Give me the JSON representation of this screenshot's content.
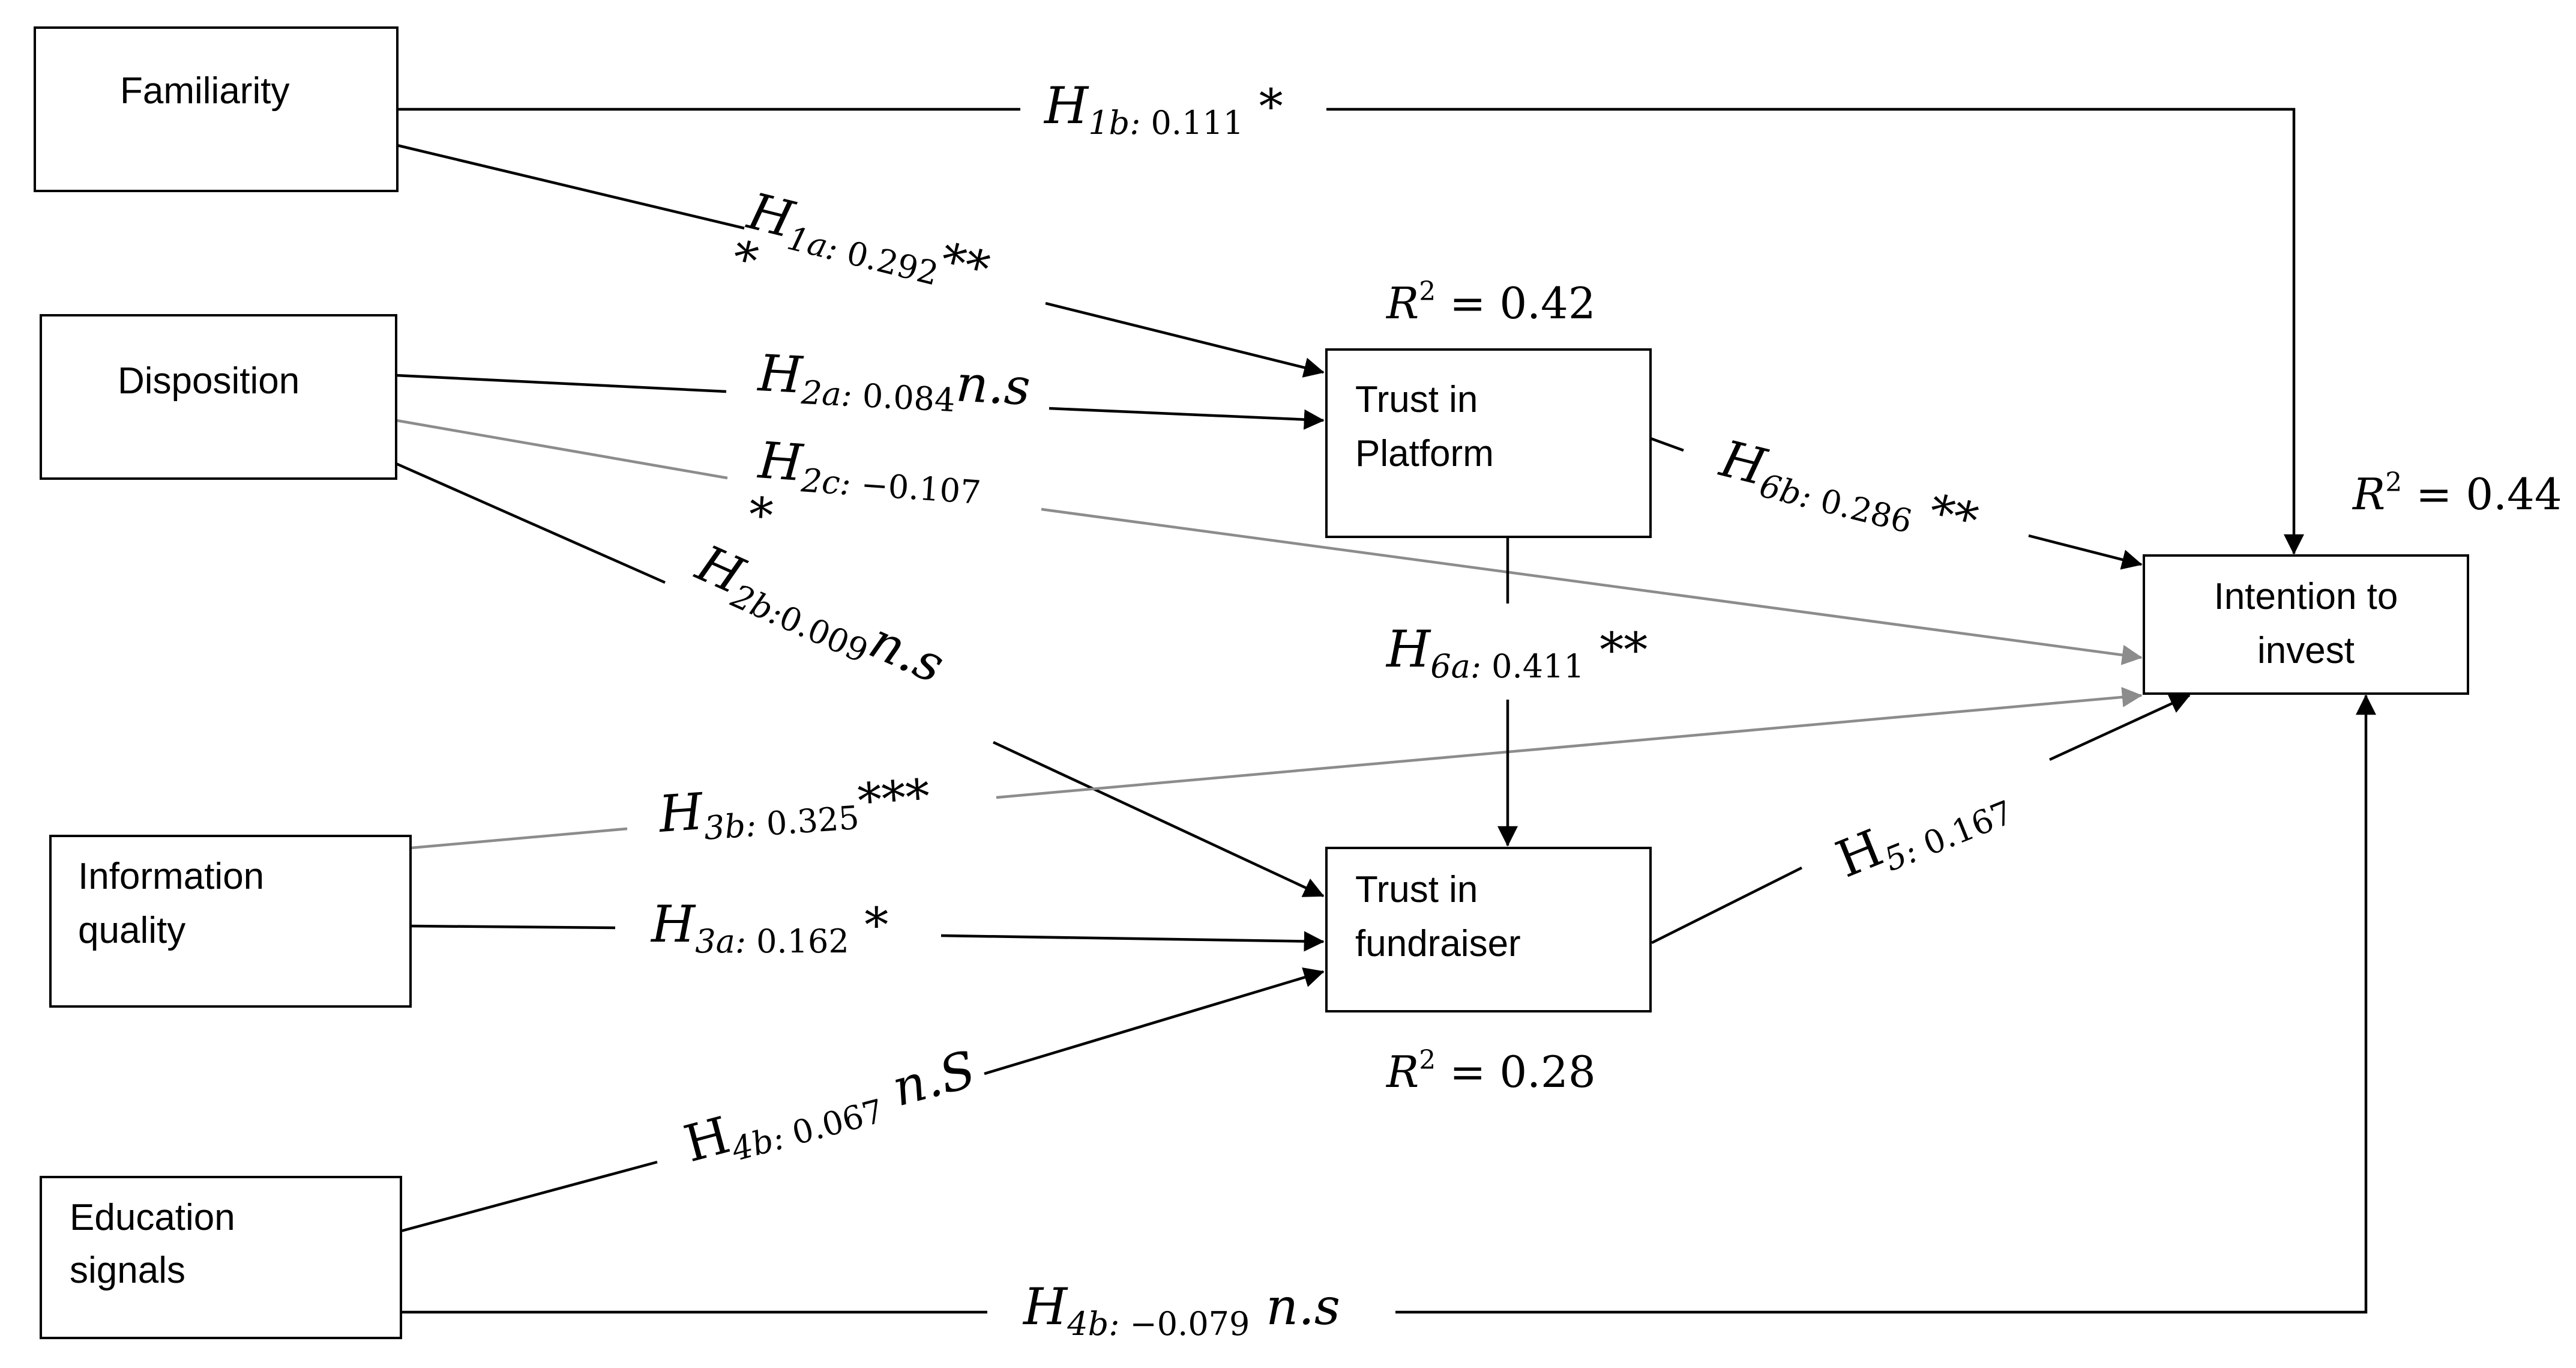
{
  "nodes": {
    "familiarity": {
      "lines": [
        "Familiarity"
      ]
    },
    "disposition": {
      "lines": [
        "Disposition"
      ]
    },
    "information_quality": {
      "lines": [
        "Information",
        "quality"
      ]
    },
    "education_signals": {
      "lines": [
        "Education",
        "signals"
      ]
    },
    "trust_platform": {
      "lines": [
        "Trust in",
        "Platform"
      ]
    },
    "trust_fundraiser": {
      "lines": [
        "Trust in",
        "fundraiser"
      ]
    },
    "intention": {
      "lines": [
        "Intention to",
        "invest"
      ]
    }
  },
  "r_squared": {
    "trust_platform": {
      "label": "R",
      "sup": "2",
      "value": " = 0.42"
    },
    "trust_fundraiser": {
      "label": "R",
      "sup": "2",
      "value": " = 0.28"
    },
    "intention": {
      "label": "R",
      "sup": "2",
      "value": " = 0.44"
    }
  },
  "paths": {
    "h1a": {
      "main": "H",
      "sub_id": "1a:",
      "sub_val": " 0.292",
      "tail": "**",
      "extra": "*"
    },
    "h1b": {
      "main": "H",
      "sub_id": "1b:",
      "sub_val": " 0.111",
      "tail": " *"
    },
    "h2a": {
      "main": "H",
      "sub_id": "2a:",
      "sub_val": " 0.084",
      "tail": "n.s"
    },
    "h2c": {
      "main": "H",
      "sub_id": "2c:",
      "sub_val": " −0.107",
      "tail": "",
      "extra": "*"
    },
    "h2b": {
      "main": "H",
      "sub_id": "2b:",
      "sub_val": "0.009",
      "tail": "n.s"
    },
    "h3b": {
      "main": "H",
      "sub_id": "3b:",
      "sub_val": " 0.325",
      "tail": "***"
    },
    "h3a": {
      "main": "H",
      "sub_id": "3a:",
      "sub_val": " 0.162",
      "tail": " *"
    },
    "h4b_ft": {
      "main": "H",
      "sub_id": "4b:",
      "sub_val": " 0.067",
      "tail": " n.S"
    },
    "h4b_int": {
      "main": "H",
      "sub_id": "4b:",
      "sub_val": " −0.079",
      "tail": " n.s"
    },
    "h5": {
      "main": "H",
      "sub_id": "5:",
      "sub_val": " 0.167",
      "tail": ""
    },
    "h6a": {
      "main": "H",
      "sub_id": "6a:",
      "sub_val": " 0.411",
      "tail": " **"
    },
    "h6b": {
      "main": "H",
      "sub_id": "6b:",
      "sub_val": " 0.286",
      "tail": " **"
    }
  },
  "colors": {
    "line": "#000000",
    "line_secondary": "#8c8c8c",
    "background": "#ffffff"
  }
}
